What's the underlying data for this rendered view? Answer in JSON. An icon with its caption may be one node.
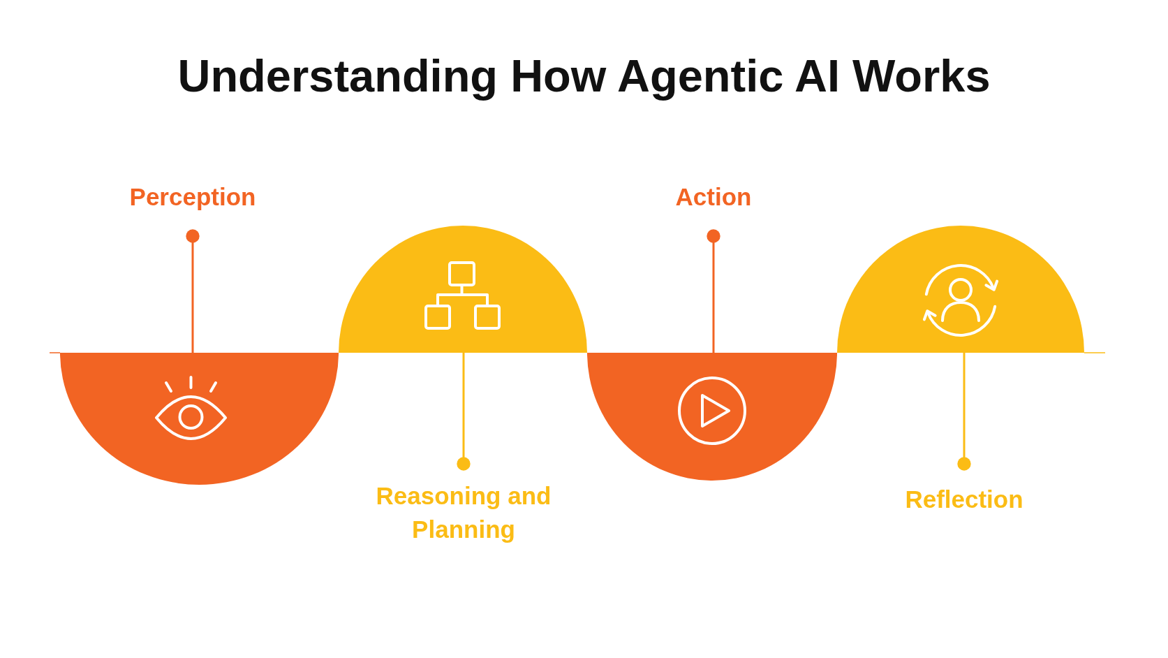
{
  "diagram": {
    "title": "Understanding How Agentic AI Works",
    "nodes": [
      {
        "text": [
          "Perception"
        ]
      },
      {
        "text": [],
        "shape": "semicircle"
      },
      {
        "text": [],
        "shape": "semicircle"
      },
      {
        "text": [
          "Reasoning and Planning"
        ]
      },
      {
        "text": [
          "Action"
        ]
      },
      {
        "text": [],
        "shape": "semicircle"
      },
      {
        "text": [],
        "shape": "semicircle"
      },
      {
        "text": [
          "Reflection"
        ]
      }
    ],
    "edges": [
      {
        "from": 0,
        "to": 1,
        "arrow": "other",
        "color": "#f26423"
      },
      {
        "from": 3,
        "to": 2,
        "arrow": "other",
        "color": "#fbbc15"
      },
      {
        "from": 4,
        "to": 5,
        "arrow": "other",
        "color": "#f26423"
      },
      {
        "from": 7,
        "to": 6,
        "arrow": "other",
        "color": "#fbbc15"
      }
    ]
  }
}
